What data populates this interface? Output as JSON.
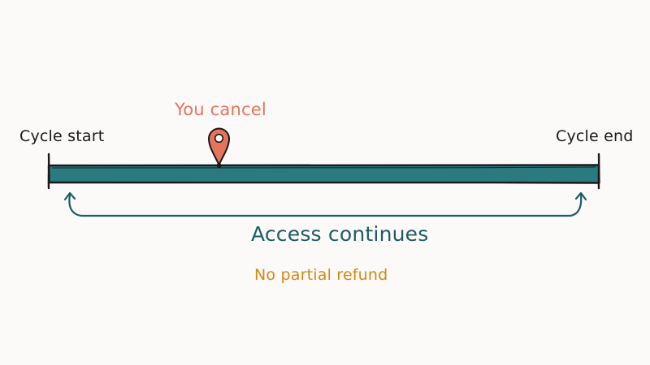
{
  "labels": {
    "cycle_start": "Cycle start",
    "cycle_end": "Cycle end",
    "you_cancel": "You cancel",
    "access_continues": "Access continues",
    "no_partial_refund": "No partial refund"
  },
  "colors": {
    "background": "#fcf9f9",
    "bar_fill": "#2a7a80",
    "outline": "#1a1a1a",
    "pin": "#e8735c",
    "access_text": "#1e5e63",
    "refund_text": "#d08a12"
  },
  "icons": {
    "cancel_marker": "map-pin-icon"
  }
}
